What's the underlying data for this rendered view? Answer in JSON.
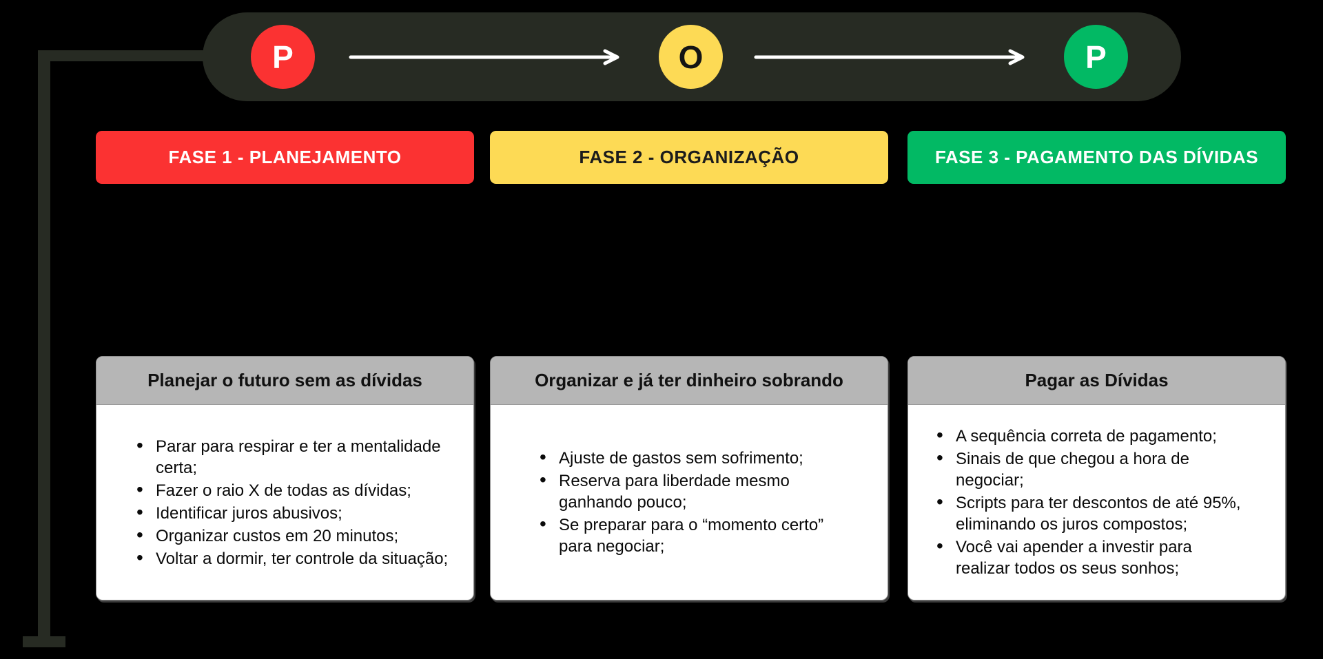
{
  "background": "#000000",
  "connector_color": "#272b23",
  "timeline": {
    "bar_color": "#272b23",
    "arrow_color": "#ffffff",
    "nodes": [
      {
        "letter": "P",
        "color": "#fb3232",
        "text_color": "#ffffff"
      },
      {
        "letter": "O",
        "color": "#fdda55",
        "text_color": "#141414"
      },
      {
        "letter": "P",
        "color": "#02b964",
        "text_color": "#ffffff"
      }
    ]
  },
  "phases": [
    {
      "header": {
        "label": "FASE 1 - PLANEJAMENTO",
        "bg": "#fb3232",
        "text_color": "#ffffff"
      },
      "card": {
        "title": "Planejar o futuro sem as dívidas",
        "title_bg": "#b6b6b6",
        "bullets": [
          "Parar para respirar e ter a mentalidade certa;",
          "Fazer o raio X de todas as dívidas;",
          "Identificar juros abusivos;",
          "Organizar custos em 20 minutos;",
          "Voltar a dormir, ter controle da situação;"
        ]
      }
    },
    {
      "header": {
        "label": "FASE 2 - ORGANIZAÇÃO",
        "bg": "#fdda55",
        "text_color": "#1c1c1c"
      },
      "card": {
        "title": "Organizar e já ter dinheiro sobrando",
        "title_bg": "#b6b6b6",
        "bullets": [
          "Ajuste de gastos sem sofrimento;",
          "Reserva para liberdade mesmo ganhando pouco;",
          "Se preparar para o “momento certo” para negociar;"
        ]
      }
    },
    {
      "header": {
        "label": "FASE 3 - PAGAMENTO DAS DÍVIDAS",
        "bg": "#02b964",
        "text_color": "#ffffff"
      },
      "card": {
        "title": "Pagar as Dívidas",
        "title_bg": "#b6b6b6",
        "bullets": [
          "A sequência correta de pagamento;",
          "Sinais de que chegou a hora de negociar;",
          "Scripts para ter descontos de até 95%, eliminando os juros compostos;",
          "Você vai apender a investir para realizar todos os seus sonhos;"
        ]
      }
    }
  ]
}
